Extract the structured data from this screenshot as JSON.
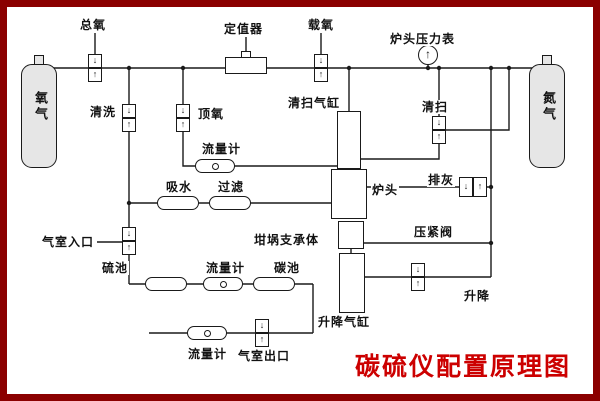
{
  "title": {
    "text": "碳硫仪配置原理图",
    "color": "#cc0000"
  },
  "frame": {
    "border_color": "#8b0000",
    "background": "#ffffff",
    "line_color": "#1a1a1a"
  },
  "cylinders": {
    "left_label": "氧气",
    "right_label": "氮气"
  },
  "icons": {
    "valve_down_arrow": "↓",
    "valve_up_arrow": "↑",
    "gauge_needle": "↑"
  },
  "labels": {
    "total_oxygen": "总氧",
    "regulator": "定值器",
    "carrier_oxygen": "载氧",
    "furnace_pressure_gauge": "炉头压力表",
    "purge_clean": "清洗",
    "top_oxygen": "顶氧",
    "flow_meter_top": "流量计",
    "water_absorber": "吸水",
    "filter": "过滤",
    "purge_cylinder": "清扫气缸",
    "purge": "清扫",
    "furnace_head": "炉头",
    "ash_discharge": "排灰",
    "clamp_valve": "压紧阀",
    "crucible_support": "坩埚支承体",
    "gas_chamber_inlet": "气室入口",
    "sulfur_cell": "硫池",
    "flow_meter_mid": "流量计",
    "carbon_cell": "碳池",
    "lift_cylinder": "升降气缸",
    "lift": "升降",
    "flow_meter_bottom": "流量计",
    "gas_chamber_outlet": "气室出口"
  }
}
